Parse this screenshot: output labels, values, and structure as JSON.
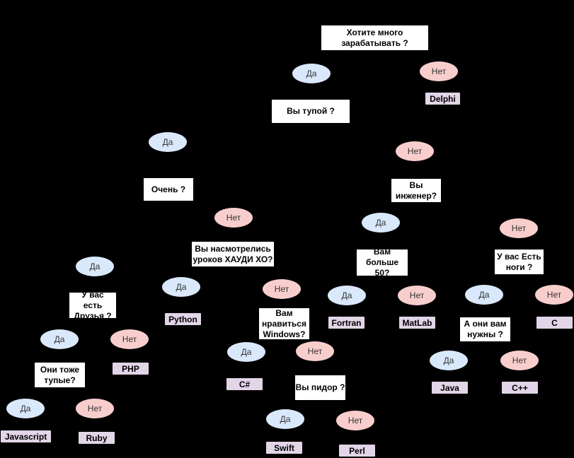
{
  "colors": {
    "background": "#000000",
    "question": "#ffffff",
    "yes": "#dae8fc",
    "no": "#f8cecc",
    "language": "#e1d5e7"
  },
  "answers": {
    "yes": "Да",
    "no": "Нет"
  },
  "questions": [
    "Хотите много зарабатывать ?",
    "Вы тупой ?",
    "Очень ?",
    "Вы насмотрелись уроков ХАУДИ ХО?",
    "Вы инженер?",
    "Вам больше 50?",
    "У вас Есть ноги ?",
    "У вас есть Друзья ?",
    "Вам нравиться Windows?",
    "А они вам нужны ?",
    "Они тоже тупые?",
    "Вы пидор ?"
  ],
  "languages": [
    "Delphi",
    "Python",
    "Fortran",
    "MatLab",
    "C",
    "PHP",
    "C#",
    "Java",
    "C++",
    "Javascript",
    "Ruby",
    "Swift",
    "Perl"
  ]
}
